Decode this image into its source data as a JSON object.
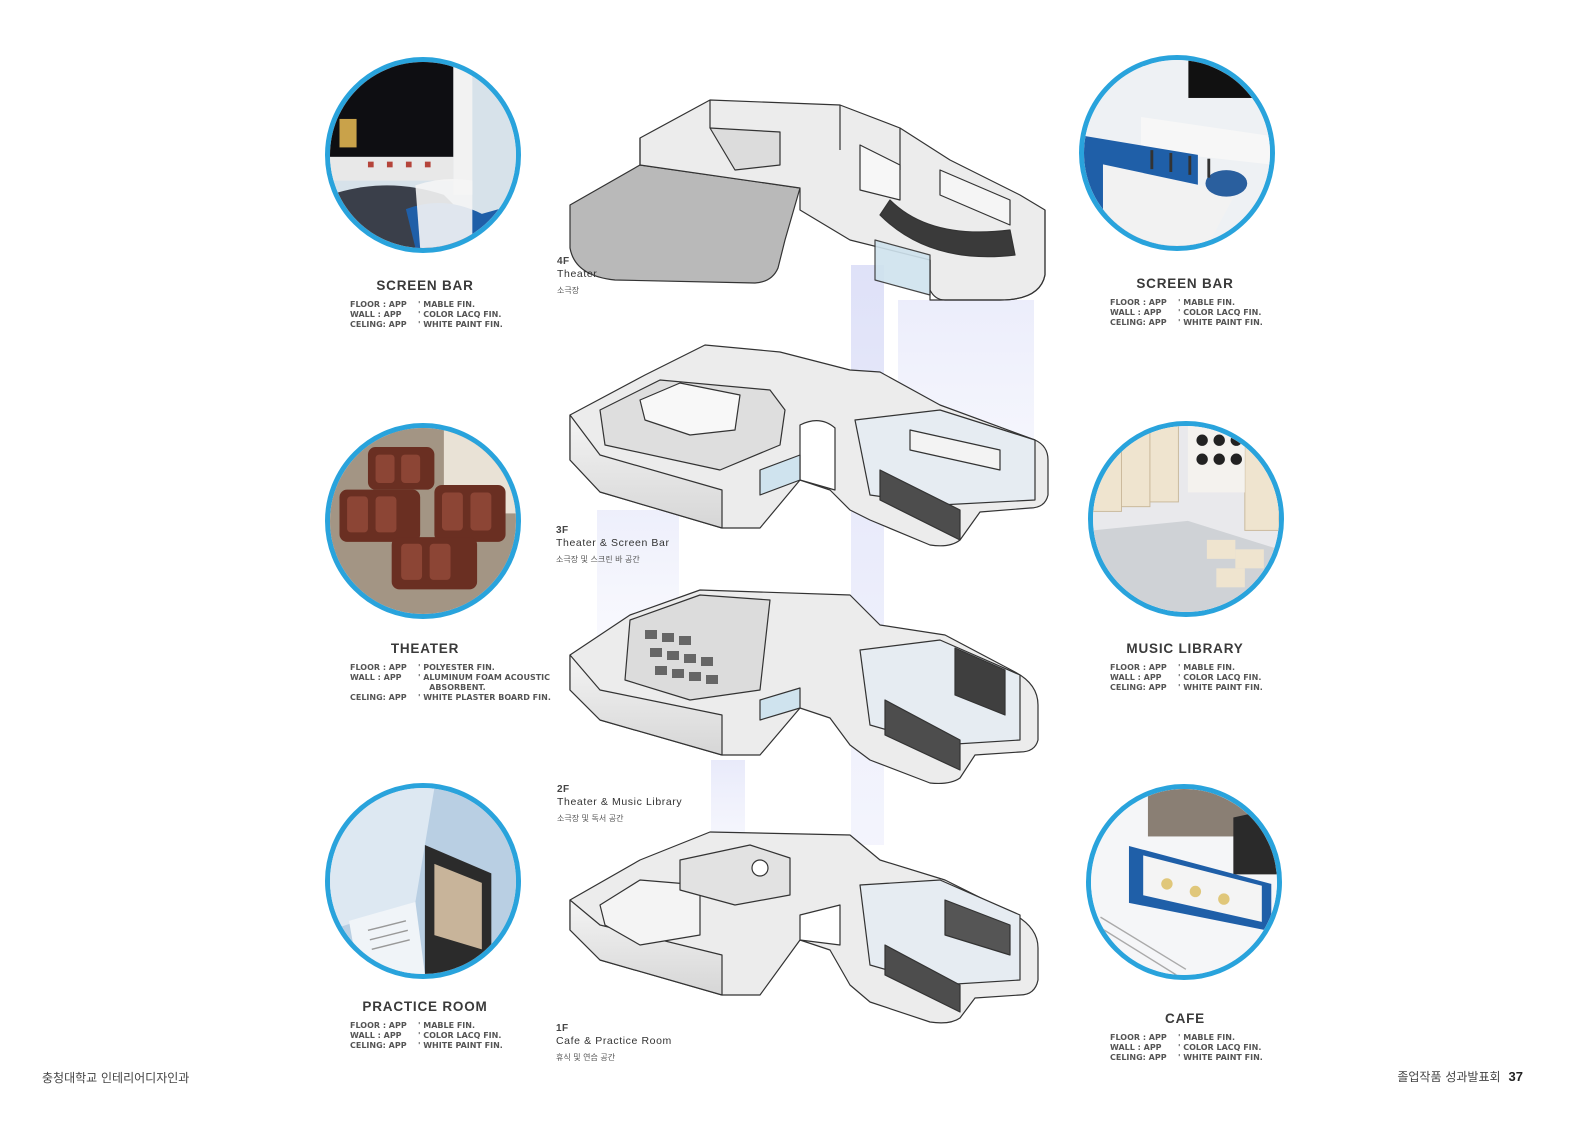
{
  "spaces": [
    {
      "title": "SCREEN BAR",
      "rows": [
        [
          "FLOOR : APP",
          "' MABLE FIN."
        ],
        [
          "WALL   : APP",
          "' COLOR LACQ FIN."
        ],
        [
          "CELING: APP",
          "' WHITE PAINT FIN."
        ]
      ]
    },
    {
      "title": "SCREEN BAR",
      "rows": [
        [
          "FLOOR : APP",
          "' MABLE FIN."
        ],
        [
          "WALL   : APP",
          "' COLOR LACQ FIN."
        ],
        [
          "CELING: APP",
          "' WHITE PAINT FIN."
        ]
      ]
    },
    {
      "title": "THEATER",
      "rows": [
        [
          "FLOOR : APP",
          "' POLYESTER FIN."
        ],
        [
          "WALL   : APP",
          "' ALUMINUM FOAM ACOUSTIC"
        ],
        [
          "",
          "    ABSORBENT."
        ],
        [
          "CELING: APP",
          "' WHITE PLASTER BOARD FIN."
        ]
      ]
    },
    {
      "title": "MUSIC LIBRARY",
      "rows": [
        [
          "FLOOR : APP",
          "' MABLE FIN."
        ],
        [
          "WALL   : APP",
          "' COLOR LACQ FIN."
        ],
        [
          "CELING: APP",
          "' WHITE PAINT FIN."
        ]
      ]
    },
    {
      "title": "PRACTICE ROOM",
      "rows": [
        [
          "FLOOR : APP",
          "' MABLE FIN."
        ],
        [
          "WALL   : APP",
          "' COLOR LACQ FIN."
        ],
        [
          "CELING: APP",
          "' WHITE PAINT FIN."
        ]
      ]
    },
    {
      "title": "CAFE",
      "rows": [
        [
          "FLOOR : APP",
          "' MABLE FIN."
        ],
        [
          "WALL   : APP",
          "' COLOR LACQ FIN."
        ],
        [
          "CELING: APP",
          "' WHITE PAINT FIN."
        ]
      ]
    }
  ],
  "floors": [
    {
      "level": "4F",
      "name": "Theater",
      "kr": "소극장"
    },
    {
      "level": "3F",
      "name": "Theater & Screen Bar",
      "kr": "소극장 및 스크린 바 공간"
    },
    {
      "level": "2F",
      "name": "Theater & Music Library",
      "kr": "소극장 및 독서 공간"
    },
    {
      "level": "1F",
      "name": "Cafe & Practice Room",
      "kr": "휴식 및 연습 공간"
    }
  ],
  "footer": {
    "left": "충청대학교 인테리어디자인과",
    "right": "졸업작품 성과발표회",
    "page": "37"
  },
  "colors": {
    "circle_border": "#29a3dc",
    "accent_blue": "#1f5fa8",
    "glass": "#cfe3ee"
  }
}
